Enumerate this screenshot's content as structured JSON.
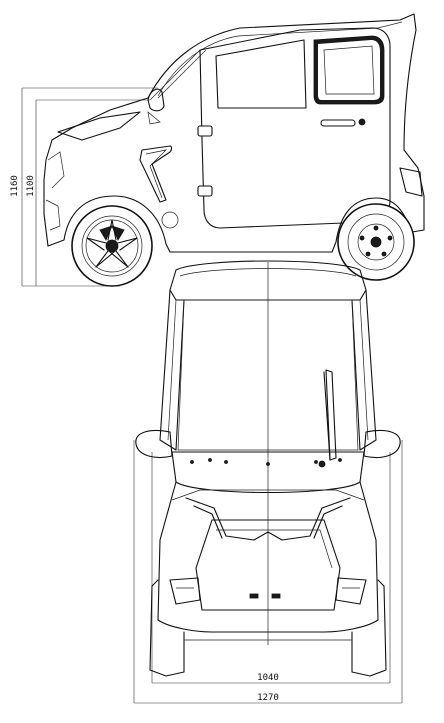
{
  "side_view": {
    "dimensions": {
      "overall_height": "1160",
      "body_height": "1100"
    }
  },
  "front_view": {
    "dimensions": {
      "track_width": "1040",
      "overall_width": "1270"
    }
  }
}
